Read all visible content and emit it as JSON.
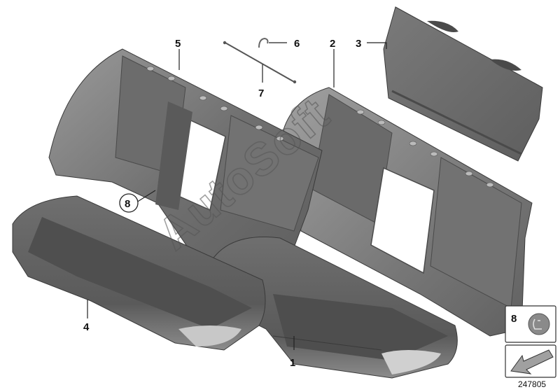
{
  "diagram": {
    "callouts": [
      {
        "id": "1",
        "label": "1"
      },
      {
        "id": "2",
        "label": "2"
      },
      {
        "id": "3",
        "label": "3"
      },
      {
        "id": "4",
        "label": "4"
      },
      {
        "id": "5",
        "label": "5"
      },
      {
        "id": "6",
        "label": "6"
      },
      {
        "id": "7",
        "label": "7"
      },
      {
        "id": "8",
        "label": "8"
      }
    ],
    "inset_callout": "8",
    "watermark": "AutoSoft",
    "document_number": "247805"
  },
  "colors": {
    "part_dark": "#6b6b6b",
    "part_mid": "#8a8a8a",
    "part_light": "#a8a8a8",
    "part_highlight": "#c4c4c4",
    "outline": "#3a3a3a"
  }
}
